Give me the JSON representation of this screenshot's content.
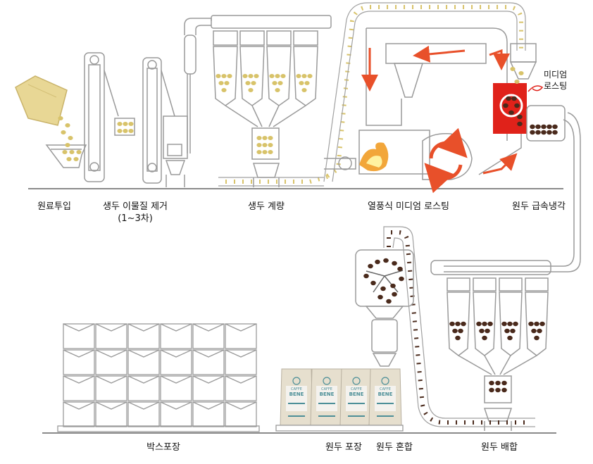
{
  "stages": {
    "raw_input": "원료투입",
    "green_impurity": "생두 이물질 제거",
    "green_impurity_sub": "(1~3차)",
    "green_weighing": "생두 계량",
    "hot_air_roasting": "열풍식  미디엄 로스팅",
    "rapid_cooling": "원두 급속냉각",
    "box_packing": "박스포장",
    "bean_packing": "원두 포장",
    "bean_mixing": "원두 혼합",
    "bean_blending": "원두 배합"
  },
  "annotation": {
    "line1": "미디엄",
    "line2": "로스팅"
  },
  "bag": {
    "brand_top": "CAFFE",
    "brand_bottom": "BENE"
  },
  "colors": {
    "green_bean": "#d8c36a",
    "roasted_bean": "#4a2a1c",
    "roaster_red": "#e0221a",
    "arrow_orange": "#e8502a",
    "machine_line": "#9a9a9a",
    "bag_kraft": "#e6dfce"
  }
}
